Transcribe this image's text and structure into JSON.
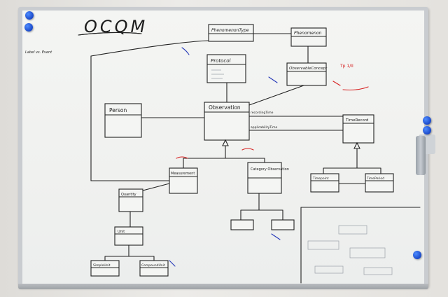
{
  "board": {
    "title": "OCQM",
    "classes": {
      "phenomenon_type": "PhenomenonType",
      "phenomenon": "Phenomenon",
      "protocol": "Protocol",
      "observable_concept": "ObservableConcept",
      "person": "Person",
      "observation": "Observation",
      "time_record": "TimeRecord",
      "measurement": "Measurement",
      "category_observation": "Category Observation",
      "quantity": "Quantity",
      "unit": "Unit",
      "time_point": "Timepoint",
      "time_period": "TimePeriod",
      "simple_unit": "SimpleUnit",
      "compound_unit": "CompoundUnit"
    },
    "attributes": {
      "observation_association_1": "recordingTime",
      "observation_association_2": "applicabilityTime"
    },
    "annotations": {
      "top": "Tp 1/II",
      "left_note": "Label vs. Event"
    },
    "magnet_color": "#2a5bd7",
    "marker_colors": {
      "black": "#222222",
      "red": "#d62020",
      "blue": "#2538b8"
    }
  }
}
